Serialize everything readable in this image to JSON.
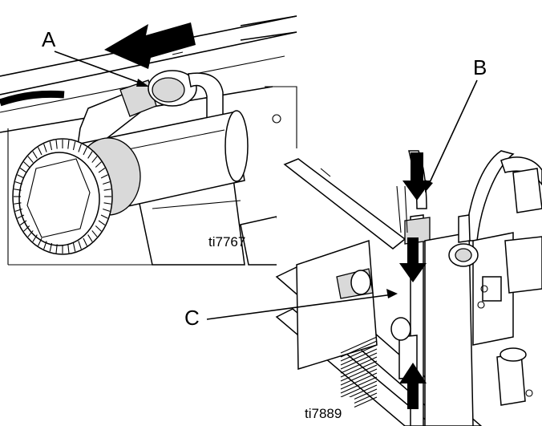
{
  "callouts": {
    "a": "A",
    "b": "B",
    "c": "C"
  },
  "figure_ids": {
    "top": "ti7767",
    "bottom": "ti7889"
  },
  "colors": {
    "line": "#000000",
    "fill": "#ffffff",
    "shade": "#d9d9d9"
  }
}
